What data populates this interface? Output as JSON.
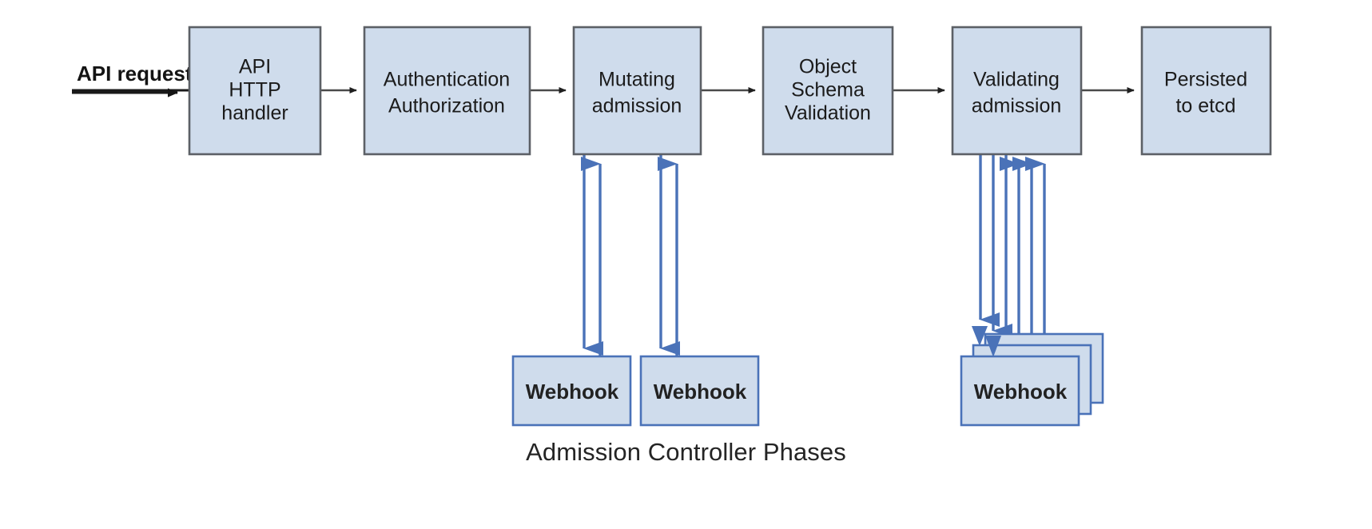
{
  "diagram": {
    "caption": "Admission Controller Phases",
    "entry": {
      "label": "API request",
      "icon": "arrow-right-icon"
    },
    "colors": {
      "box_fill": "#cfdcec",
      "box_stroke": "#5c6066",
      "webhook_stroke": "#4a72b8",
      "flow_arrow": "#4a4a4a",
      "webhook_arrow": "#4a72b8",
      "background": "#ffffff",
      "text": "#1b1b1b"
    },
    "pipeline": [
      {
        "id": "api-http-handler",
        "lines": [
          "API",
          "HTTP",
          "handler"
        ]
      },
      {
        "id": "authentication-authorization",
        "lines": [
          "Authentication",
          "Authorization"
        ]
      },
      {
        "id": "mutating-admission",
        "lines": [
          "Mutating",
          "admission"
        ]
      },
      {
        "id": "object-schema-validation",
        "lines": [
          "Object",
          "Schema",
          "Validation"
        ]
      },
      {
        "id": "validating-admission",
        "lines": [
          "Validating",
          "admission"
        ]
      },
      {
        "id": "persisted-to-etcd",
        "lines": [
          "Persisted",
          "to etcd"
        ]
      }
    ],
    "mutating_webhooks": [
      {
        "id": "mutating-webhook-1",
        "label": "Webhook"
      },
      {
        "id": "mutating-webhook-2",
        "label": "Webhook"
      }
    ],
    "validating_webhooks": [
      {
        "id": "validating-webhook-3",
        "label": ""
      },
      {
        "id": "validating-webhook-2",
        "label": ""
      },
      {
        "id": "validating-webhook-1",
        "label": "Webhook"
      }
    ],
    "arrow_icons": {
      "down": "arrow-down-icon",
      "up": "arrow-up-icon",
      "right": "arrow-right-icon"
    }
  }
}
